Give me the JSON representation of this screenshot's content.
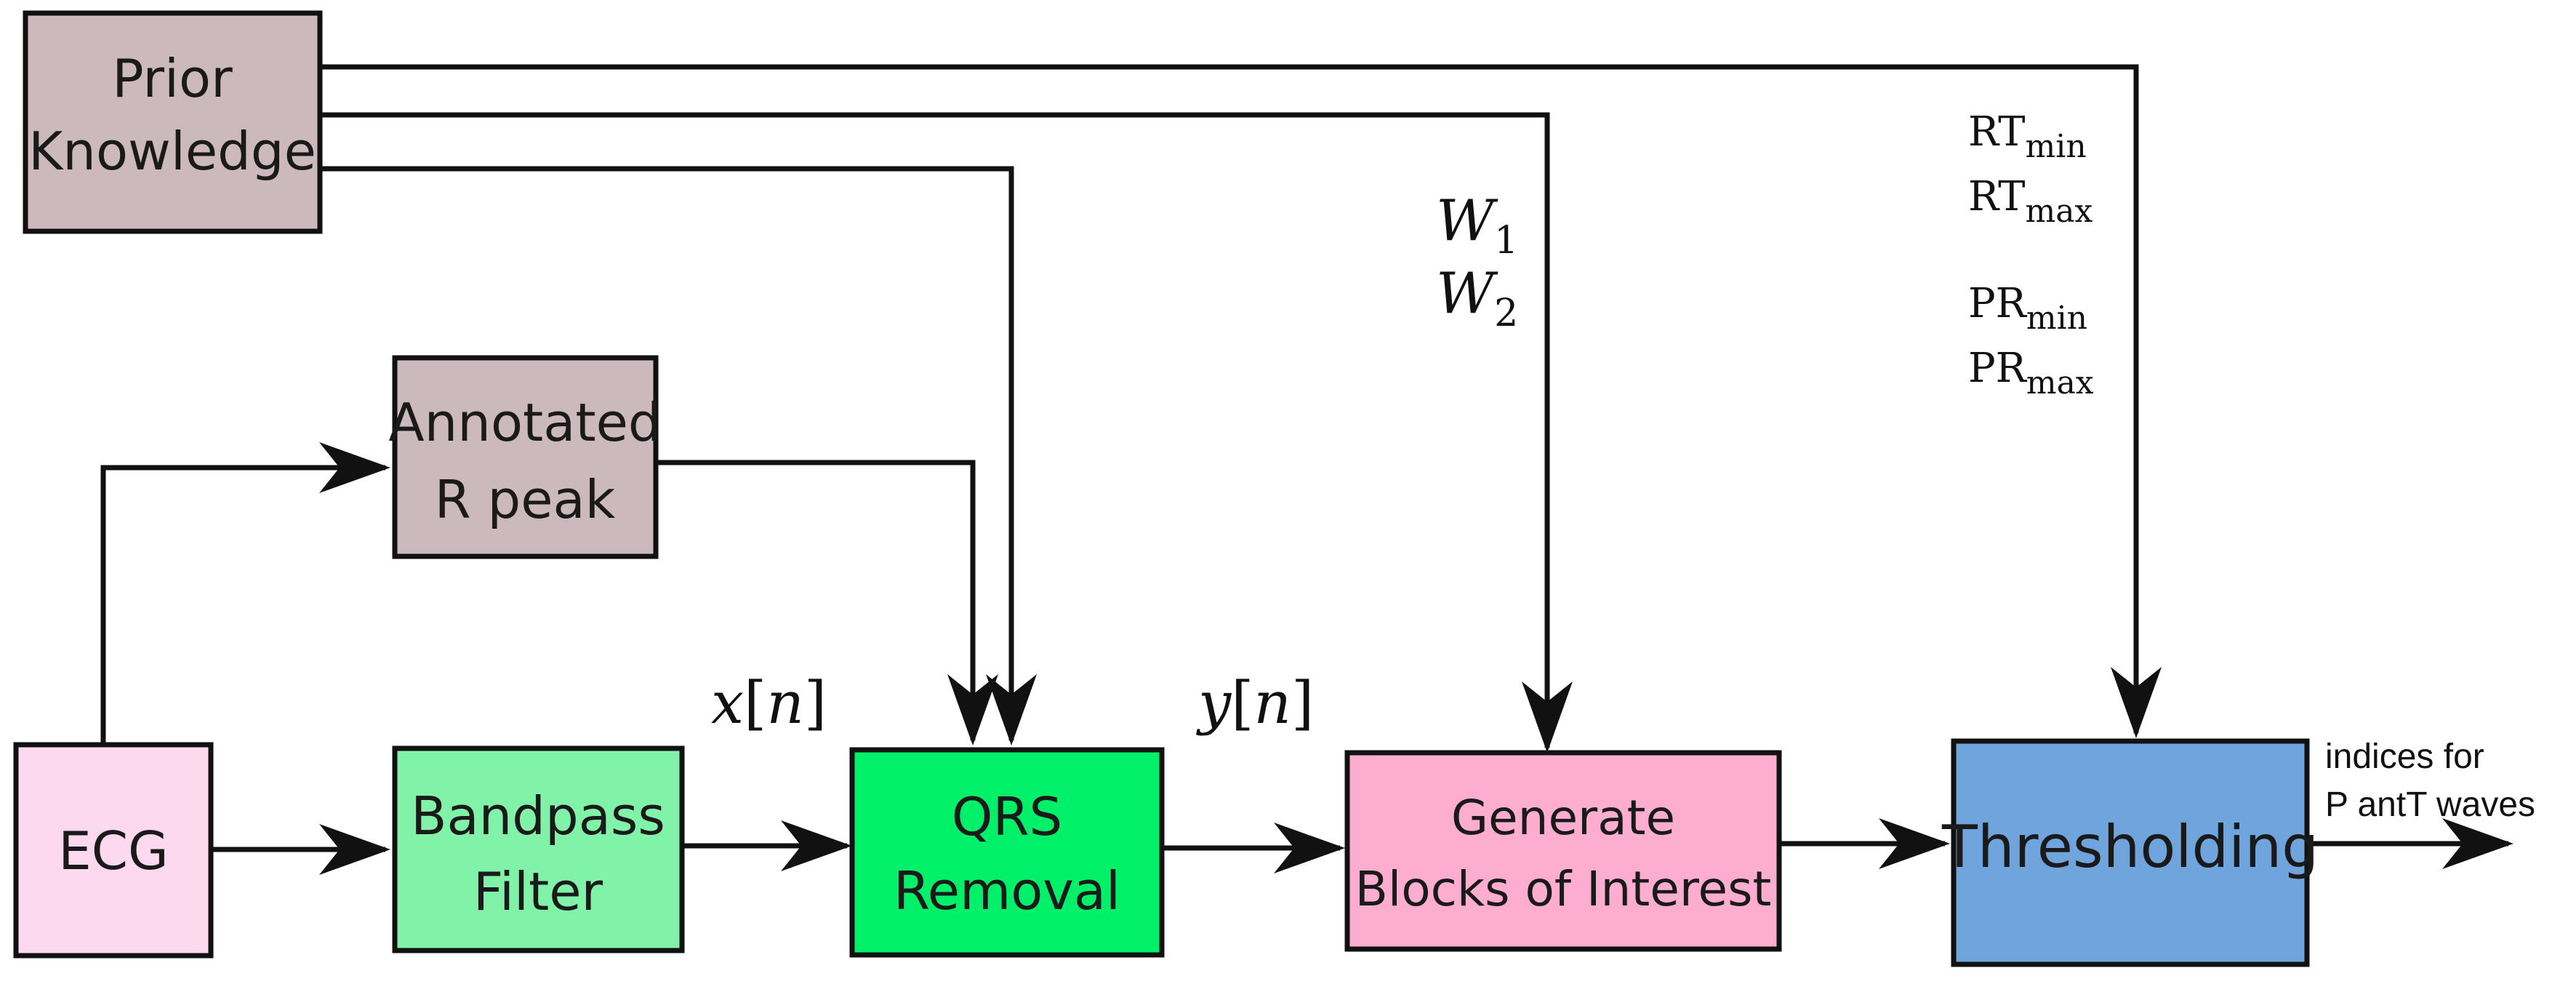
{
  "colors": {
    "prior_knowledge": "#ccb9bd",
    "annotated_r_peak": "#ccb9bd",
    "ecg": "#fcd9ee",
    "bandpass_filter": "#80f3a8",
    "qrs_removal": "#00f06a",
    "generate_blocks": "#fdaed0",
    "thresholding": "#6fa4dc",
    "stroke": "#111111"
  },
  "blocks": {
    "prior_knowledge": {
      "line1": "Prior",
      "line2": "Knowledge"
    },
    "annotated_r_peak": {
      "line1": "Annotated",
      "line2": "R peak"
    },
    "ecg": {
      "label": "ECG"
    },
    "bandpass_filter": {
      "line1": "Bandpass",
      "line2": "Filter"
    },
    "qrs_removal": {
      "line1": "QRS",
      "line2": "Removal"
    },
    "generate_blocks": {
      "line1": "Generate",
      "line2": "Blocks of Interest"
    },
    "thresholding": {
      "label": "Thresholding"
    }
  },
  "signals": {
    "x_n": {
      "var": "x",
      "open": "[",
      "idx": "n",
      "close": "]"
    },
    "y_n": {
      "var": "y",
      "open": "[",
      "idx": "n",
      "close": "]"
    }
  },
  "params": {
    "w1": {
      "sym": "W",
      "sub": "1"
    },
    "w2": {
      "sym": "W",
      "sub": "2"
    },
    "rt_min": {
      "sym": "RT",
      "sub": "min"
    },
    "rt_max": {
      "sym": "RT",
      "sub": "max"
    },
    "pr_min": {
      "sym": "PR",
      "sub": "min"
    },
    "pr_max": {
      "sym": "PR",
      "sub": "max"
    }
  },
  "output": {
    "line1": "indices for",
    "line2": "P antT waves"
  }
}
